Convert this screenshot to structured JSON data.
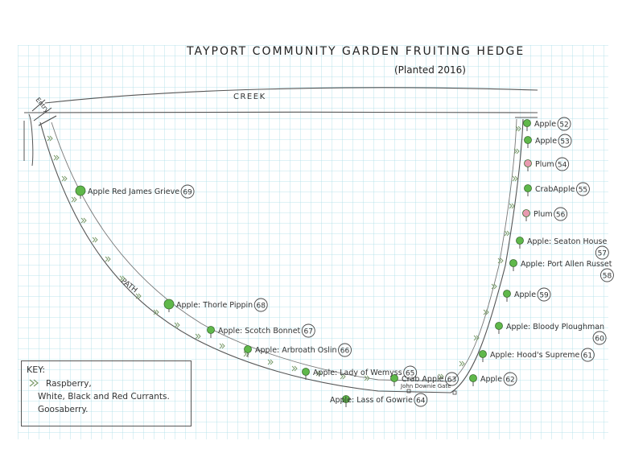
{
  "title": "TAYPORT COMMUNITY GARDEN FRUITING HEDGE",
  "subtitle": "(Planted 2016)",
  "labels": {
    "creek": "CREEK",
    "path": "PATH",
    "entry": "Entry",
    "gate": "John Downie Gate"
  },
  "key": {
    "title": "KEY:",
    "lines": [
      "Raspberry,",
      "White, Black and Red Currants.",
      "Goosaberry."
    ]
  },
  "colors": {
    "grid": "#a9dce6",
    "ink": "#555555",
    "tree_green": "#5fb84a",
    "tree_pink": "#e89ab0",
    "bush": "#7a9a6a"
  },
  "trees": [
    {
      "name": "Apple",
      "num": "52",
      "kind": "green"
    },
    {
      "name": "Apple",
      "num": "53",
      "kind": "green"
    },
    {
      "name": "Plum",
      "num": "54",
      "kind": "pink"
    },
    {
      "name": "CrabApple",
      "num": "55",
      "kind": "green"
    },
    {
      "name": "Plum",
      "num": "56",
      "kind": "pink"
    },
    {
      "name": "Apple: Seaton House",
      "num": "57",
      "kind": "green"
    },
    {
      "name": "Apple: Port Allen Russet",
      "num": "58",
      "kind": "green"
    },
    {
      "name": "Apple",
      "num": "59",
      "kind": "green"
    },
    {
      "name": "Apple: Bloody Ploughman",
      "num": "60",
      "kind": "green"
    },
    {
      "name": "Apple: Hood's Supreme",
      "num": "61",
      "kind": "green"
    },
    {
      "name": "Apple",
      "num": "62",
      "kind": "green"
    },
    {
      "name": "Crab Apple",
      "num": "63",
      "kind": "green"
    },
    {
      "name": "Apple: Lass of Gowrie",
      "num": "64",
      "kind": "green"
    },
    {
      "name": "Apple: Lady of Wemyss",
      "num": "65",
      "kind": "green"
    },
    {
      "name": "Apple: Arbroath Oslin",
      "num": "66",
      "kind": "green"
    },
    {
      "name": "Apple: Scotch Bonnet",
      "num": "67",
      "kind": "green"
    },
    {
      "name": "Apple: Thorle Pippin",
      "num": "68",
      "kind": "green"
    },
    {
      "name": "Apple Red James Grieve",
      "num": "69",
      "kind": "green"
    }
  ]
}
